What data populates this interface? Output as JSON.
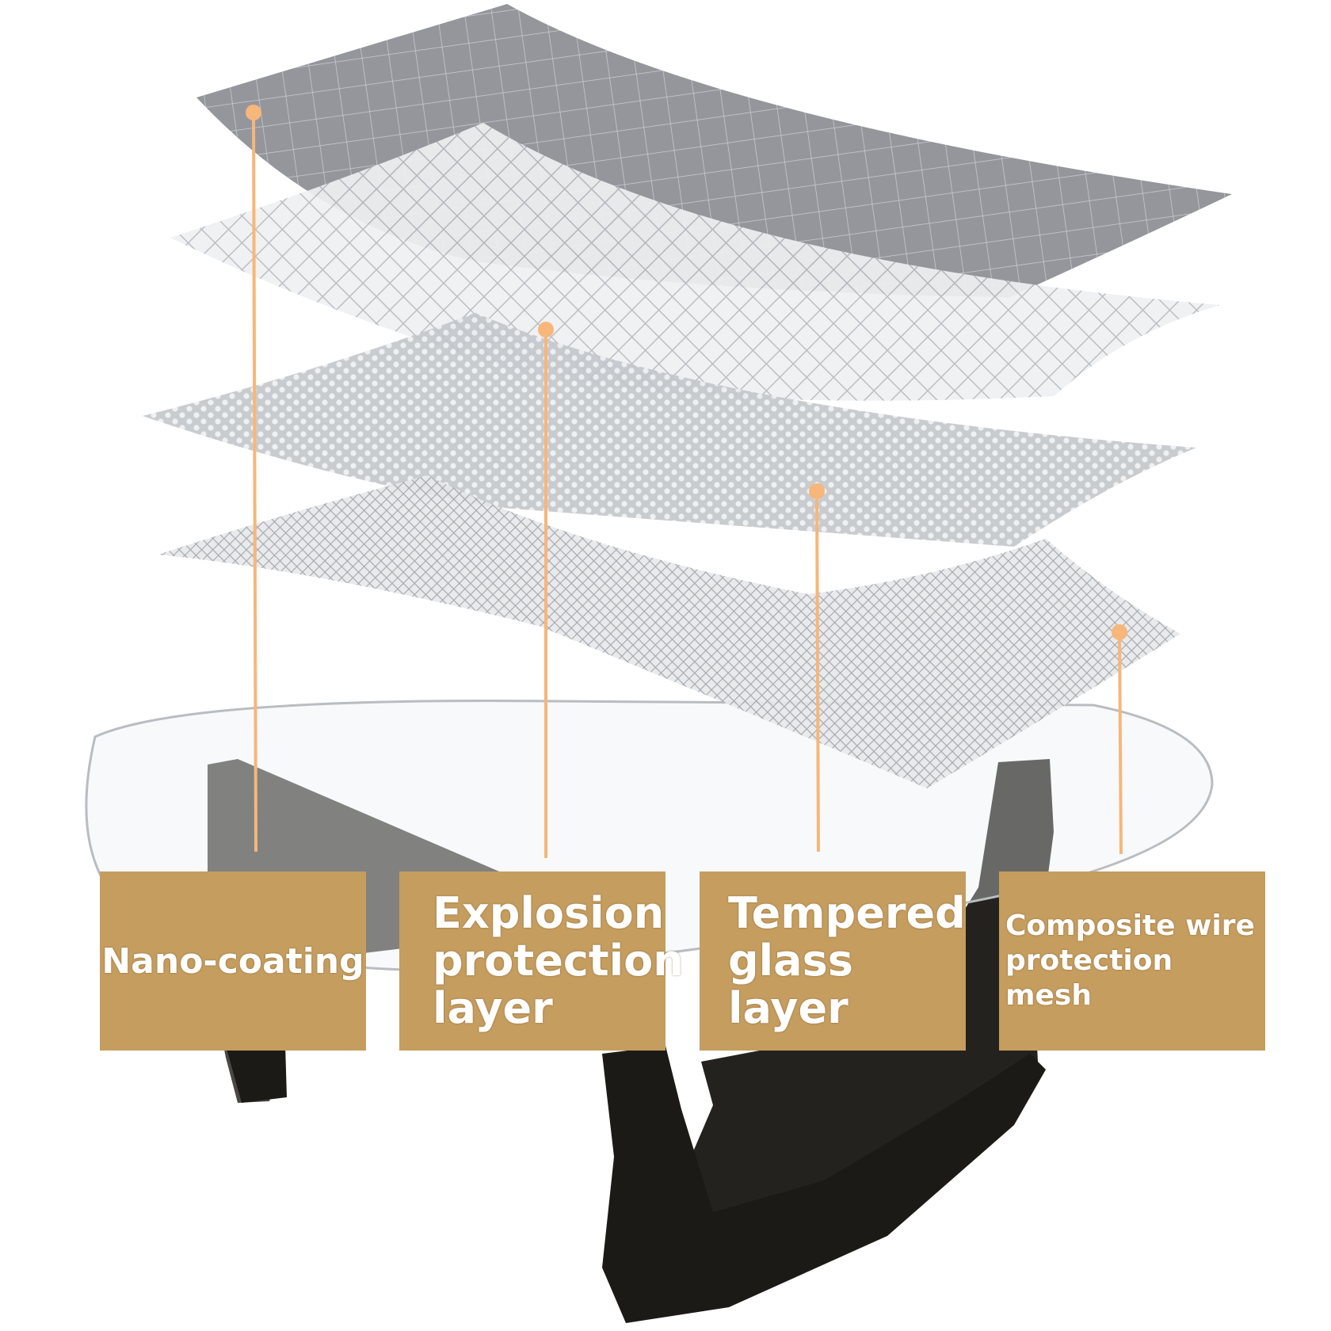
{
  "colors": {
    "label_background": "#c59d5f",
    "label_text": "#ffffff",
    "leader_line": "#f7b67a",
    "table_base": "#1c1a16",
    "glass_edge": "#b9bcc0"
  },
  "illustration": {
    "subject": "triangular glass coffee table with exploded protective layers",
    "layers": [
      "grid-film",
      "diamond-mesh",
      "hexagon-mesh",
      "fine-mesh"
    ]
  },
  "labels": [
    {
      "id": "nano",
      "text": "Nano-coating"
    },
    {
      "id": "explosion",
      "text": "Explosion\nprotection\nlayer"
    },
    {
      "id": "tempered",
      "text": "Tempered\nglass\nlayer"
    },
    {
      "id": "composite",
      "text": "Composite wire\nprotection mesh"
    }
  ]
}
